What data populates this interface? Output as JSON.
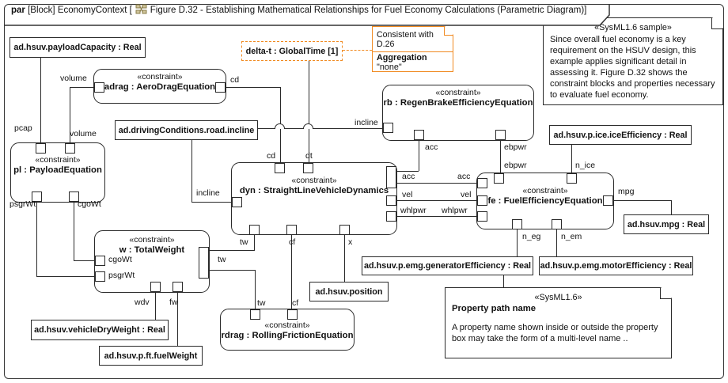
{
  "header": {
    "keyword": "par",
    "context": "[Block] EconomyContext [",
    "title": "Figure D.32 - Establishing Mathematical Relationships for Fuel Economy Calculations (Parametric Diagram)]"
  },
  "constraints": {
    "adrag": {
      "stereotype": "«constraint»",
      "name": "adrag : AeroDragEquation"
    },
    "pl": {
      "stereotype": "«constraint»",
      "name": "pl : PayloadEquation"
    },
    "rb": {
      "stereotype": "«constraint»",
      "name": "rb : RegenBrakeEfficiencyEquation"
    },
    "dyn": {
      "stereotype": "«constraint»",
      "name": "dyn : StraightLineVehicleDynamics"
    },
    "fe": {
      "stereotype": "«constraint»",
      "name": "fe : FuelEfficiencyEquation"
    },
    "w": {
      "stereotype": "«constraint»",
      "name": "w : TotalWeight"
    },
    "rdrag": {
      "stereotype": "«constraint»",
      "name": "rdrag : RollingFrictionEquation"
    }
  },
  "properties": {
    "payload_capacity": "ad.hsuv.payloadCapacity : Real",
    "driving_conditions": "ad.drivingConditions.road.incline",
    "delta_t": "delta-t : GlobalTime [1]",
    "ice_efficiency": "ad.hsuv.p.ice.iceEfficiency : Real",
    "mpg": "ad.hsuv.mpg : Real",
    "generator_efficiency": "ad.hsuv.p.emg.generatorEfficiency : Real",
    "motor_efficiency": "ad.hsuv.p.emg.motorEfficiency : Real",
    "vehicle_dry_weight": "ad.hsuv.vehicleDryWeight : Real",
    "fuel_weight": "ad.hsuv.p.ft.fuelWeight",
    "position": "ad.hsuv.position"
  },
  "pins": {
    "pcap": "pcap",
    "volume": "volume",
    "cd": "cd",
    "dt": "dt",
    "incline": "incline",
    "acc": "acc",
    "vel": "vel",
    "whlpwr": "whlpwr",
    "ebpwr": "ebpwr",
    "n_ice": "n_ice",
    "mpg": "mpg",
    "n_eg": "n_eg",
    "n_em": "n_em",
    "tw": "tw",
    "cf": "cf",
    "x": "x",
    "wdv": "wdv",
    "fw": "fw",
    "psgrWt": "psgrWt",
    "cgoWt": "cgoWt"
  },
  "notes": {
    "consistent": {
      "line1": "Consistent with D.26",
      "heading": "Aggregation",
      "value": "\"none\""
    },
    "sample": {
      "stereotype": "«SysML1.6 sample»",
      "body": "Since overall fuel economy is a key requirement on the HSUV design, this example applies significant detail in assessing it. Figure D.32 shows the constraint blocks and properties necessary to evaluate fuel economy."
    },
    "property_path": {
      "stereotype": "«SysML1.6»",
      "heading": "Property path name",
      "body": "A property name shown inside or outside the property box may take the form of a multi-level name .."
    }
  },
  "colors": {
    "orange": "#F08A21",
    "line": "#2A2A2A",
    "icon_tan": "#B3A570"
  }
}
